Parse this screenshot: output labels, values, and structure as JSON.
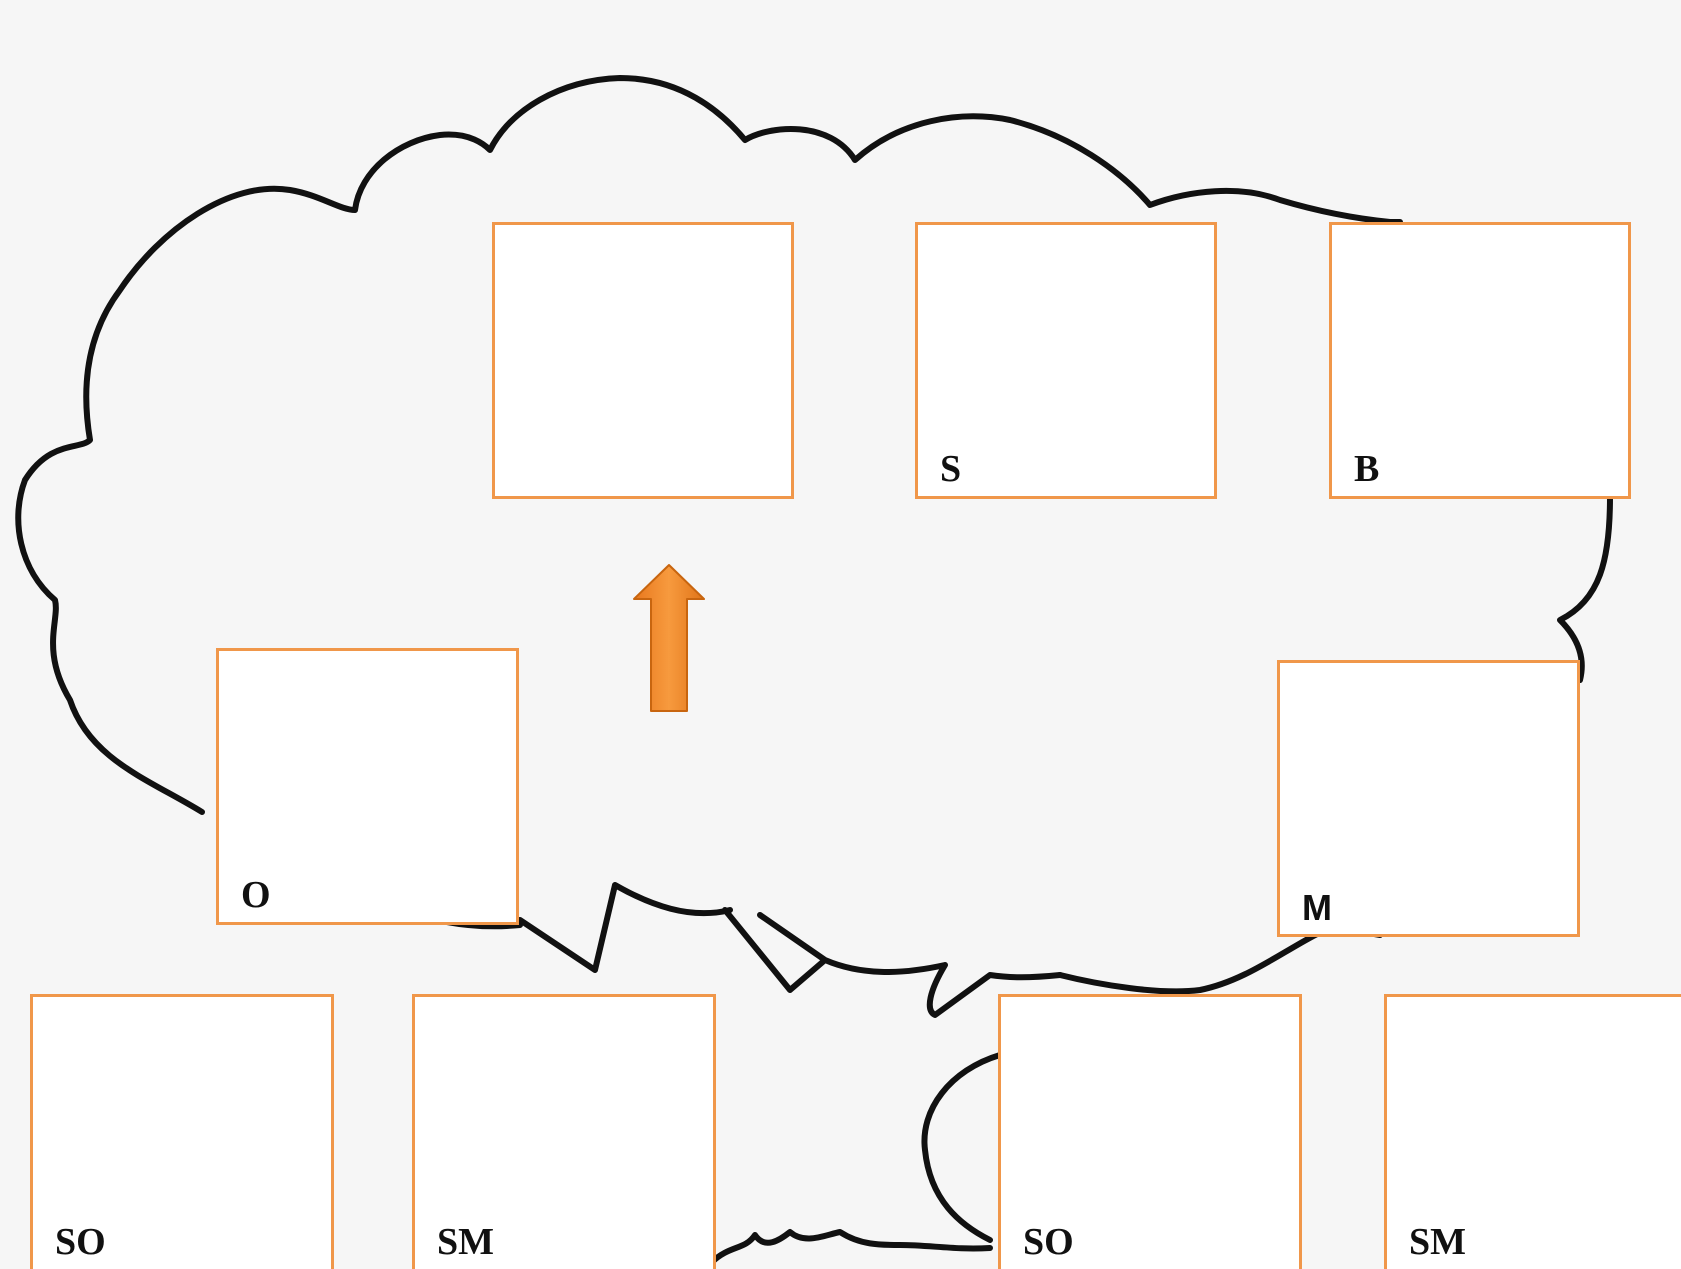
{
  "diagram": {
    "colors": {
      "box_border": "#f0974a",
      "box_fill": "#ffffff",
      "tree_outline": "#111111",
      "arrow": "#f08a2a",
      "background": "#f6f6f6"
    },
    "boxes": [
      {
        "id": "top-center",
        "label": ""
      },
      {
        "id": "top-middle",
        "label": "S"
      },
      {
        "id": "top-right",
        "label": "B"
      },
      {
        "id": "middle-left",
        "label": "O"
      },
      {
        "id": "middle-right",
        "label": "M"
      },
      {
        "id": "bottom-1",
        "label": "SO"
      },
      {
        "id": "bottom-2",
        "label": "SM"
      },
      {
        "id": "bottom-3",
        "label": "SO"
      },
      {
        "id": "bottom-4",
        "label": "SM"
      }
    ],
    "arrow": {
      "direction": "up",
      "icon": "up-arrow-icon"
    }
  }
}
